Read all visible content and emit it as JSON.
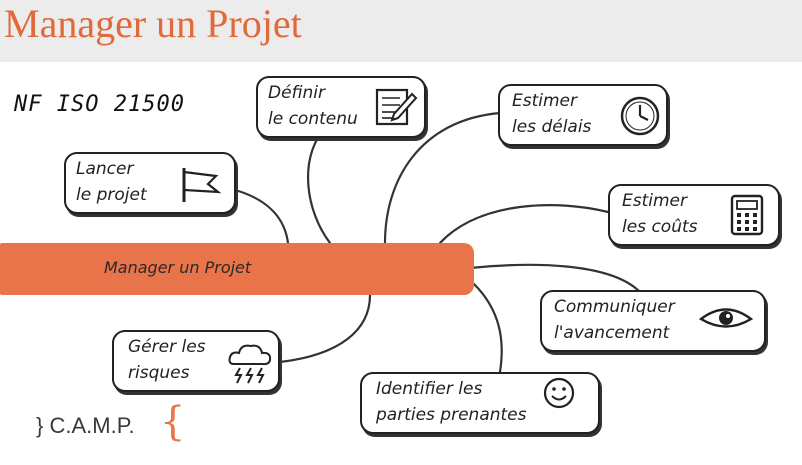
{
  "header": {
    "title": "Manager un Projet"
  },
  "standard_label": "NF ISO 21500",
  "center_bar": {
    "label": "Manager un Projet"
  },
  "nodes": [
    {
      "line1": "Lancer",
      "line2": "le projet",
      "icon": "flag-icon"
    },
    {
      "line1": "Définir",
      "line2": "le contenu",
      "icon": "notepad-pencil-icon"
    },
    {
      "line1": "Estimer",
      "line2": "les délais",
      "icon": "clock-icon"
    },
    {
      "line1": "Estimer",
      "line2": "les coûts",
      "icon": "calculator-icon"
    },
    {
      "line1": "Communiquer",
      "line2": "l'avancement",
      "icon": "eye-icon"
    },
    {
      "line1": "Identifier les",
      "line2": "parties prenantes",
      "icon": "smiley-icon"
    },
    {
      "line1": "Gérer les",
      "line2": "risques",
      "icon": "storm-cloud-icon"
    }
  ],
  "brand": {
    "prefix": "}",
    "name": "C.A.M.P.",
    "suffix": "{"
  },
  "colors": {
    "accent": "#e9744a",
    "title": "#e2693a",
    "header_bg": "#ececec",
    "ink": "#222222"
  }
}
